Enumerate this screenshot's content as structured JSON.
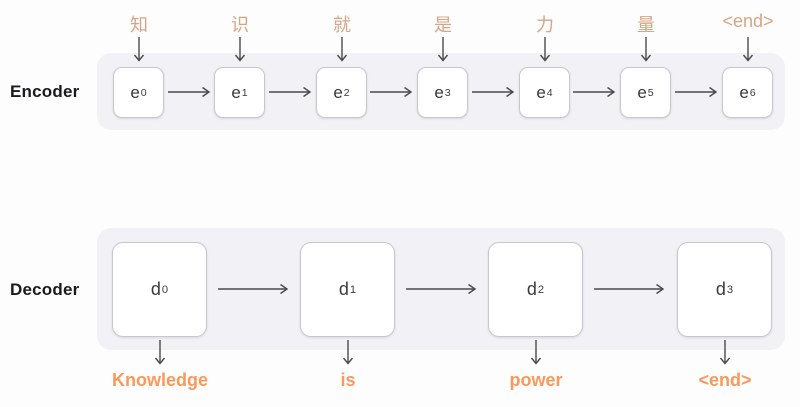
{
  "diagram": {
    "title_semantic": "seq2seq encoder-decoder translation diagram",
    "encoder": {
      "label": "Encoder",
      "inputs": [
        "知",
        "识",
        "就",
        "是",
        "力",
        "量",
        "<end>"
      ],
      "cells": [
        {
          "base": "e",
          "sub": "0"
        },
        {
          "base": "e",
          "sub": "1"
        },
        {
          "base": "e",
          "sub": "2"
        },
        {
          "base": "e",
          "sub": "3"
        },
        {
          "base": "e",
          "sub": "4"
        },
        {
          "base": "e",
          "sub": "5"
        },
        {
          "base": "e",
          "sub": "6"
        }
      ]
    },
    "decoder": {
      "label": "Decoder",
      "cells": [
        {
          "base": "d",
          "sub": "0"
        },
        {
          "base": "d",
          "sub": "1"
        },
        {
          "base": "d",
          "sub": "2"
        },
        {
          "base": "d",
          "sub": "3"
        }
      ],
      "outputs": [
        "Knowledge",
        "is",
        "power",
        "<end>"
      ]
    },
    "colors": {
      "page_background": "#fdfdfe",
      "panel_background": "#f2f1f6",
      "cell_border": "#c8c7cd",
      "cell_text": "#3a3a3c",
      "section_label_text": "#1b1b1d",
      "input_token_text": "#d7a585",
      "output_token_text": "#f9995c",
      "arrow": "#4a4a4c"
    }
  }
}
